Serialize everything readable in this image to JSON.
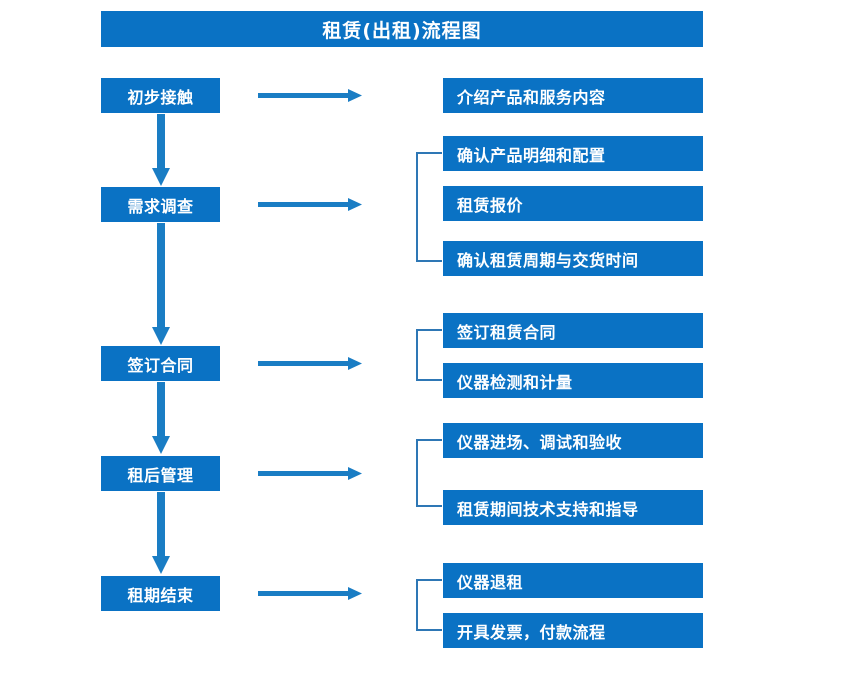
{
  "title": "租赁(出租)流程图",
  "colors": {
    "box_fill": "#0a72c4",
    "box_text": "#ffffff",
    "arrow": "#1a7dc4",
    "bracket": "#2e77b5",
    "background": "#ffffff"
  },
  "stages": [
    {
      "label": "初步接触"
    },
    {
      "label": "需求调查"
    },
    {
      "label": "签订合同"
    },
    {
      "label": "租后管理"
    },
    {
      "label": "租期结束"
    }
  ],
  "details": [
    {
      "label": "介绍产品和服务内容"
    },
    {
      "label": "确认产品明细和配置"
    },
    {
      "label": "租赁报价"
    },
    {
      "label": "确认租赁周期与交货时间"
    },
    {
      "label": "签订租赁合同"
    },
    {
      "label": "仪器检测和计量"
    },
    {
      "label": "仪器进场、调试和验收"
    },
    {
      "label": "租赁期间技术支持和指导"
    },
    {
      "label": "仪器退租"
    },
    {
      "label": "开具发票，付款流程"
    }
  ]
}
